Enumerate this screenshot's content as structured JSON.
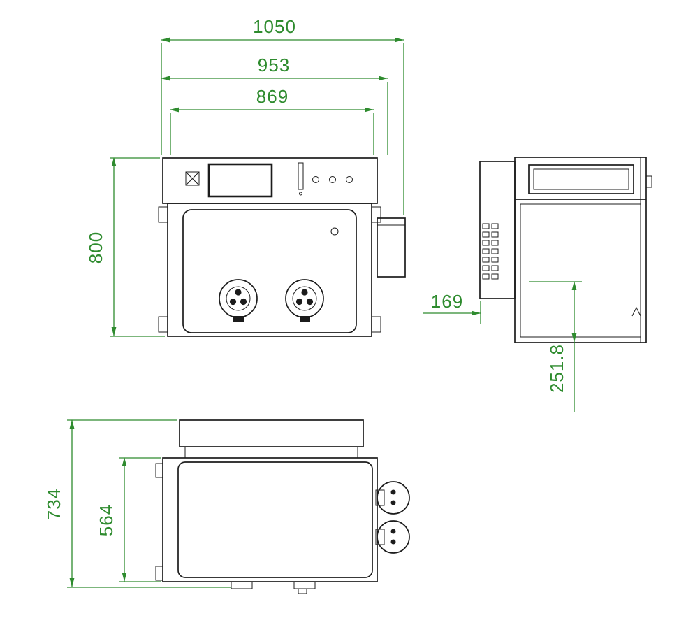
{
  "colors": {
    "dimension": "#2e8b2e",
    "line": "#1c1c1c",
    "background": "#ffffff"
  },
  "dims": {
    "front_width_overall": "1050",
    "front_width_body": "953",
    "front_width_door": "869",
    "front_height": "800",
    "side_back_depth": "169",
    "side_bottom_offset": "251.8",
    "top_depth_overall": "734",
    "top_depth_body": "564"
  }
}
